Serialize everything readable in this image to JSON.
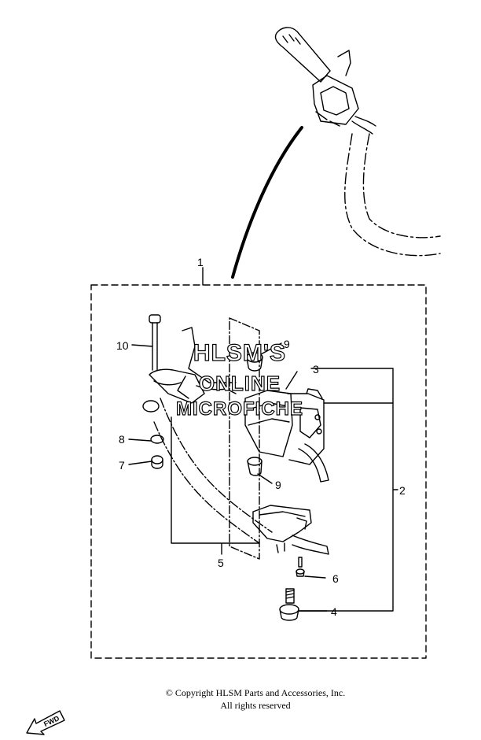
{
  "callouts": {
    "c1": "1",
    "c2": "2",
    "c3": "3",
    "c4": "4",
    "c5": "5",
    "c6": "6",
    "c7": "7",
    "c8": "8",
    "c9a": "9",
    "c9b": "9",
    "c10": "10"
  },
  "watermark": {
    "line1": "HLSM'S",
    "line2": "ONLINE",
    "line3": "MICROFICHE"
  },
  "copyright": {
    "line1": "© Copyright HLSM Parts and Accessories, Inc.",
    "line2": "All rights reserved"
  },
  "fwd_label": "FWD"
}
